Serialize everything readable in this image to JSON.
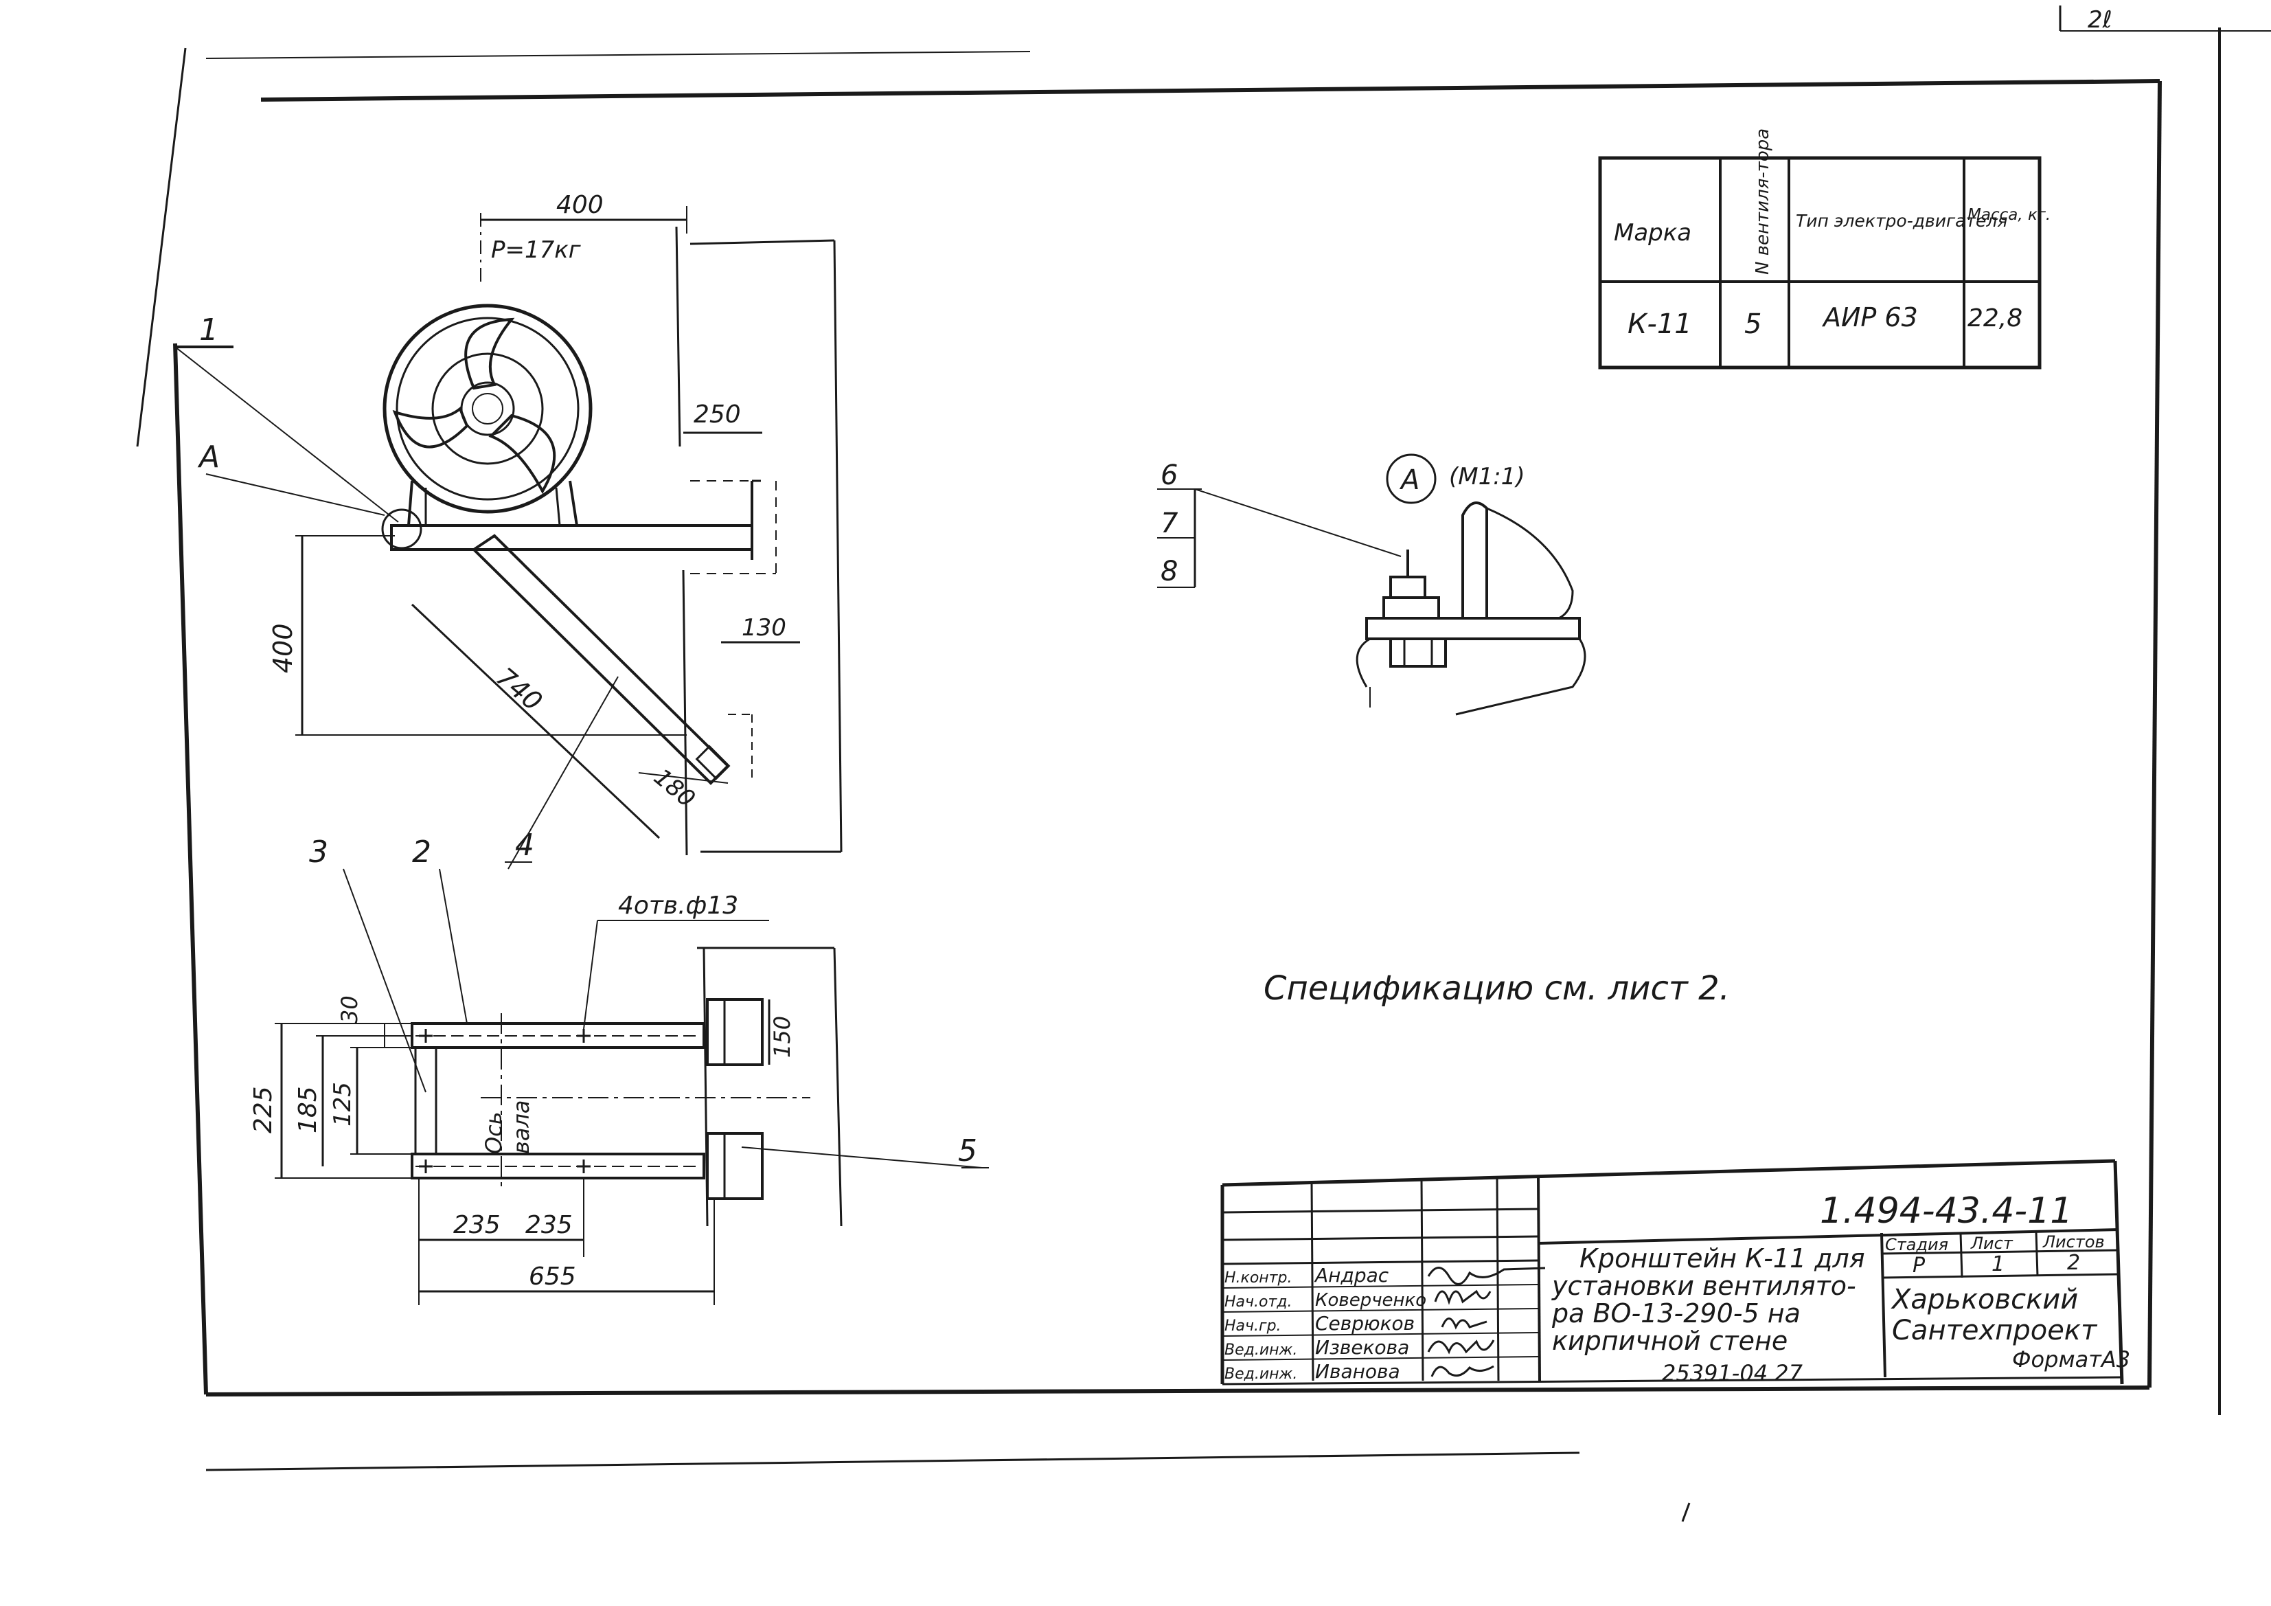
{
  "sheet": {
    "page_corner_number": "2ℓ",
    "format_label": "ФорматА3",
    "archive_number": "25391-04 27"
  },
  "spec_table": {
    "headers": [
      "Марка",
      "N вентиля-тора",
      "Тип электро-двигателя",
      "Масса, кг."
    ],
    "row": [
      "К-11",
      "5",
      "АИР 63",
      "22,8"
    ]
  },
  "drawing": {
    "dim_top_400": "400",
    "load_label": "P=17кг",
    "dim_250": "250",
    "dim_left_400": "400",
    "dim_740": "740",
    "dim_130": "130",
    "dim_180": "180",
    "callout_1": "1",
    "callout_A": "А",
    "callout_2": "2",
    "callout_3": "3",
    "callout_4": "4",
    "callout_5": "5",
    "holes_label": "4отв.ф13",
    "dim_30": "30",
    "dim_225": "225",
    "dim_185": "185",
    "dim_125": "125",
    "axis_label_1": "Ось",
    "axis_label_2": "вала",
    "dim_150": "150",
    "dim_235_a": "235",
    "dim_235_b": "235",
    "dim_655": "655"
  },
  "detail": {
    "circle_label": "А",
    "scale_label": "(М1:1)",
    "callouts": [
      "6",
      "7",
      "8"
    ]
  },
  "note": "Спецификацию см. лист 2.",
  "title_block": {
    "doc_code": "1.494-43.4-11",
    "title_lines": [
      "Кронштейн К-11 для",
      "установки вентилято-",
      "ра ВО-13-290-5 на",
      "кирпичной стене"
    ],
    "stage_header": "Стадия",
    "sheet_header": "Лист",
    "sheets_header": "Листов",
    "stage": "Р",
    "sheet": "1",
    "sheets": "2",
    "org_lines": [
      "Харьковский",
      "Сантехпроект"
    ],
    "signers": [
      {
        "role": "Н.контр.",
        "name": "Андрас"
      },
      {
        "role": "Нач.отд.",
        "name": "Коверченко"
      },
      {
        "role": "Нач.гр.",
        "name": "Севрюков"
      },
      {
        "role": "Вед.инж.",
        "name": "Извекова"
      },
      {
        "role": "Вед.инж.",
        "name": "Иванова"
      }
    ]
  }
}
